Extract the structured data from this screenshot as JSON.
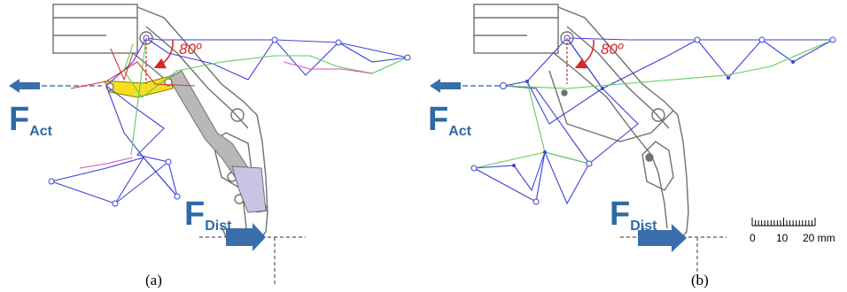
{
  "panels": [
    {
      "caption": "(a)",
      "angle_label": "80º",
      "actuation_force": {
        "main": "F",
        "sub": "Act"
      },
      "disturbance_force": {
        "main": "F",
        "sub": "Dist"
      }
    },
    {
      "caption": "(b)",
      "angle_label": "80º",
      "actuation_force": {
        "main": "F",
        "sub": "Act"
      },
      "disturbance_force": {
        "main": "F",
        "sub": "Dist"
      }
    }
  ],
  "scale_bar": {
    "ticks": [
      "0",
      "10",
      "20 mm"
    ]
  },
  "colors": {
    "linkage_blue": "#4040d8",
    "path_green": "#5ccc5c",
    "path_magenta": "#e050c0",
    "path_red": "#e03030",
    "force_arrow": "#3a6eaa",
    "link_yellow": "#f4e020",
    "link_grey": "#b8b8b8",
    "link_lavender": "#c8c4e4",
    "outline_grey": "#707070"
  }
}
